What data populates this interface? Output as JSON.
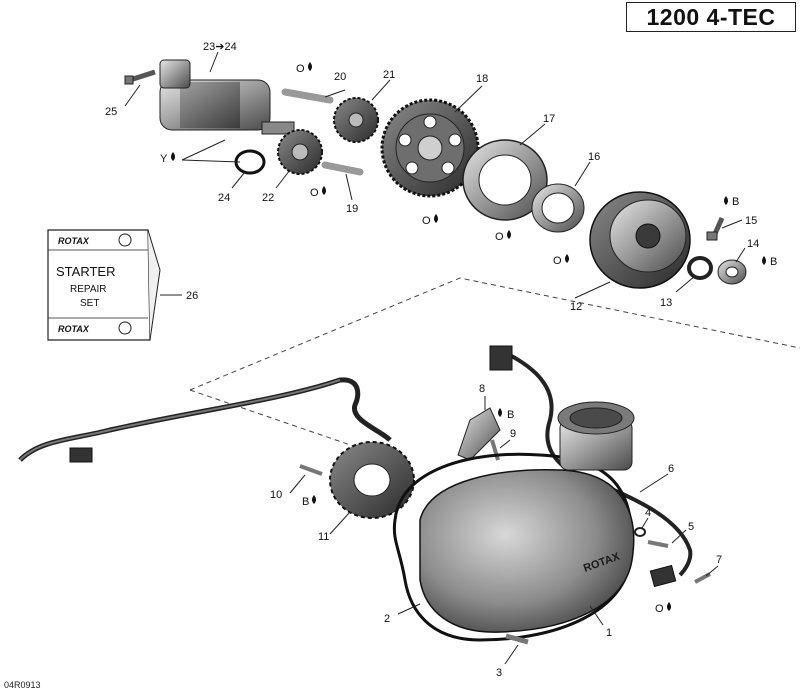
{
  "title": "1200 4-TEC",
  "figure_code": "04R0913",
  "manual_card": {
    "brand_top": "ROTAX",
    "line1": "STARTER",
    "line2": "REPAIR",
    "line3": "SET",
    "brand_bottom": "ROTAX"
  },
  "callouts": {
    "c1": "1",
    "c2": "2",
    "c3": "3",
    "c4": "4",
    "c5": "5",
    "c6": "6",
    "c7": "7",
    "c8": "8",
    "c9": "9",
    "c10": "10",
    "c11": "11",
    "c12": "12",
    "c13": "13",
    "c14": "14",
    "c15": "15",
    "c16": "16",
    "c17": "17",
    "c18": "18",
    "c19": "19",
    "c20": "20",
    "c21": "21",
    "c22": "22",
    "c23": "23➔24",
    "c24": "24",
    "c25": "25",
    "c26": "26"
  },
  "symbols": {
    "oil": "O",
    "loctite_b": "B",
    "grease_y": "Y"
  },
  "cover_brand": "ROTAX",
  "colors": {
    "metal_dark": "#3a3a3a",
    "metal_mid": "#8a8a8a",
    "metal_light": "#d0d0d0",
    "line": "#222222"
  }
}
